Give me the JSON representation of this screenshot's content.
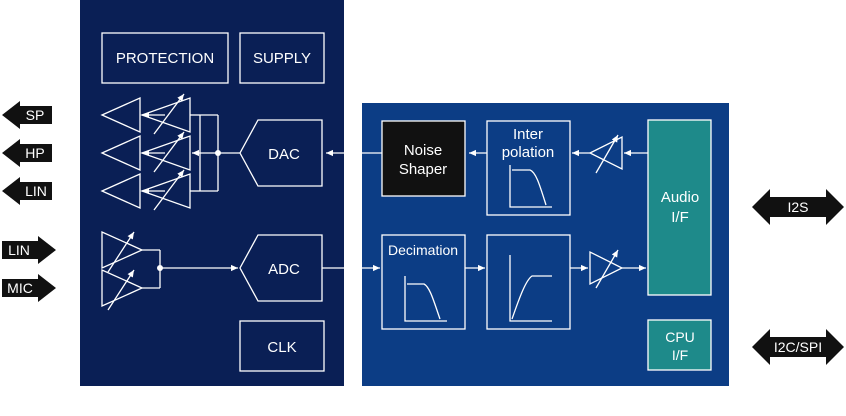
{
  "colors": {
    "left_panel": "#0a1f55",
    "right_panel": "#0c3d85",
    "noise_shaper": "#111111",
    "audio_if": "#1e8a8a",
    "cpu_if": "#1e8a8a",
    "io_arrow": "#111111",
    "line": "#ffffff"
  },
  "blocks": {
    "protection": "PROTECTION",
    "supply": "SUPPLY",
    "dac": "DAC",
    "adc": "ADC",
    "clk": "CLK",
    "noise_shaper_1": "Noise",
    "noise_shaper_2": "Shaper",
    "interpolation_1": "Inter",
    "interpolation_2": "polation",
    "decimation": "Decimation",
    "audio_if_1": "Audio",
    "audio_if_2": "I/F",
    "cpu_if_1": "CPU",
    "cpu_if_2": "I/F"
  },
  "outputs": {
    "sp": "SP",
    "hp": "HP",
    "lin_out": "LIN"
  },
  "inputs": {
    "lin_in": "LIN",
    "mic": "MIC"
  },
  "interfaces": {
    "i2s": "I2S",
    "i2c_spi": "I2C/SPI"
  }
}
